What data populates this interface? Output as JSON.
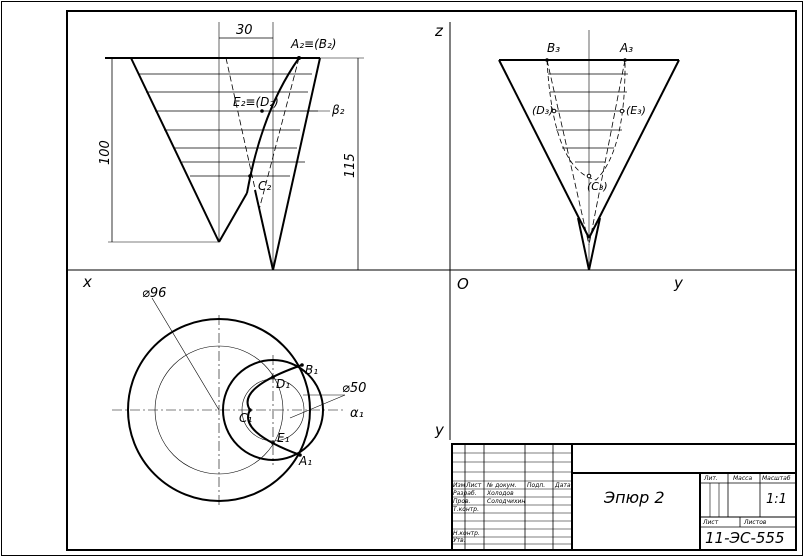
{
  "axes": {
    "x": "x",
    "y_front": "y",
    "y_bottom": "y",
    "z": "z",
    "origin": "O"
  },
  "front_view": {
    "labels": {
      "a2b2": "A₂≡(B₂)",
      "e2d2": "E₂≡(D₂)",
      "beta2": "β₂",
      "c2": "C₂"
    },
    "dimensions": {
      "width_30": "30",
      "height_100": "100",
      "height_115": "115"
    }
  },
  "side_view": {
    "labels": {
      "b3": "B₃",
      "a3": "A₃",
      "d3": "(D₃)",
      "e3": "(E₃)",
      "c3": "(C₃)"
    }
  },
  "top_view": {
    "labels": {
      "dia96": "⌀96",
      "dia50": "⌀50",
      "b1": "B₁",
      "d1": "D₁",
      "c1": "C₁",
      "e1": "E₁",
      "a1": "A₁",
      "alpha1": "α₁"
    }
  },
  "title_block": {
    "title": "Эпюр 2",
    "scale": "1:1",
    "code": "11-ЭС-555",
    "headers": {
      "izm": "Изм",
      "list": "Лист",
      "ndoc": "№ докум.",
      "podp": "Подп.",
      "data": "Дата"
    },
    "roles": [
      "Разраб.",
      "Пров.",
      "Т.контр.",
      "",
      "Н.контр.",
      "Утв."
    ],
    "names": [
      "Холодов",
      "Солодчихин"
    ],
    "right_headers": {
      "lit": "Лит.",
      "massa": "Масса",
      "masshtab": "Масштаб"
    },
    "sheet_labels": {
      "sheet": "Лист",
      "sheets": "Листов"
    }
  }
}
